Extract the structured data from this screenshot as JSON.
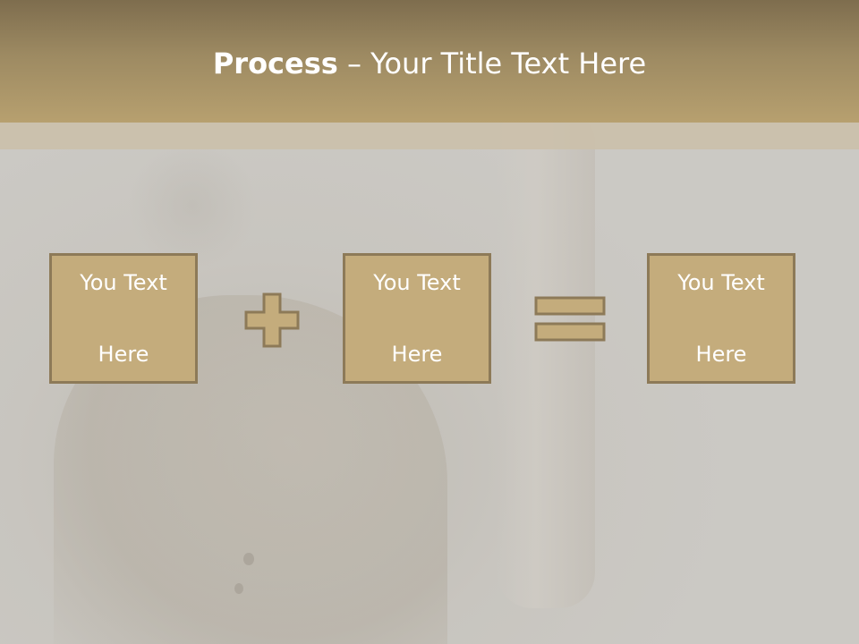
{
  "slide": {
    "title_bold": "Process",
    "title_rest": " – Your Title Text Here"
  },
  "boxes": [
    {
      "line1": "You Text",
      "line2": "Here"
    },
    {
      "line1": "You Text",
      "line2": "Here"
    },
    {
      "line1": "You Text",
      "line2": "Here"
    }
  ],
  "icons": {
    "operator1": "plus-icon",
    "operator2": "equals-icon"
  },
  "colors": {
    "header": "#9d8a62",
    "box_fill": "#c4ac7c",
    "box_border": "#8d7a58",
    "background": "#c9c7c2"
  }
}
